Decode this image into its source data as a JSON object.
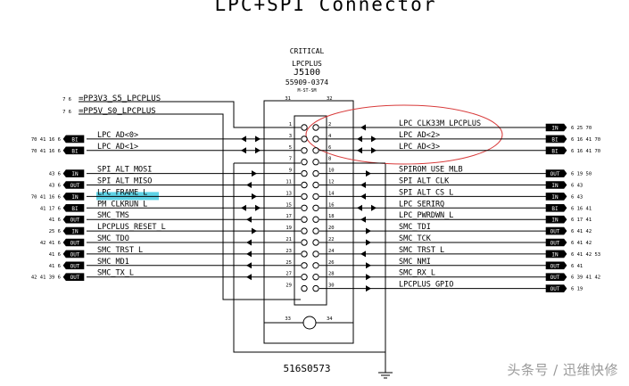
{
  "title": "LPC+SPI Connector",
  "component": {
    "critical": "CRITICAL",
    "name": "LPCPLUS",
    "refdes": "J5100",
    "part": "55909-0374",
    "package": "M-ST-SM",
    "bottom_label": "516S0573",
    "pin_top_left": "31",
    "pin_top_right": "32",
    "pin_bot_left": "33",
    "pin_bot_right": "34"
  },
  "power_nets": [
    {
      "refs": "7 6",
      "name": "=PP3V3_S5_LPCPLUS"
    },
    {
      "refs": "7 6",
      "name": "=PP5V_S0_LPCPLUS"
    }
  ],
  "left_signals": [
    {
      "pin": "3",
      "name": "LPC_AD<0>",
      "dir": "BI",
      "refs": "70 41 16 6"
    },
    {
      "pin": "5",
      "name": "LPC_AD<1>",
      "dir": "BI",
      "refs": "70 41 16 6"
    },
    {
      "pin": "9",
      "name": "SPI_ALT_MOSI",
      "dir": "IN",
      "refs": "43 6"
    },
    {
      "pin": "11",
      "name": "SPI_ALT_MISO",
      "dir": "OUT",
      "refs": "43 6"
    },
    {
      "pin": "13",
      "name": "LPC_FRAME_L",
      "dir": "IN",
      "refs": "70 41 16 6",
      "highlight": true
    },
    {
      "pin": "15",
      "name": "PM_CLKRUN_L",
      "dir": "BI",
      "refs": "41 17 6"
    },
    {
      "pin": "17",
      "name": "SMC_TMS",
      "dir": "OUT",
      "refs": "41 6"
    },
    {
      "pin": "19",
      "name": "LPCPLUS_RESET_L",
      "dir": "IN",
      "refs": "25 6"
    },
    {
      "pin": "21",
      "name": "SMC_TDO",
      "dir": "OUT",
      "refs": "42 41 6"
    },
    {
      "pin": "23",
      "name": "SMC_TRST_L",
      "dir": "OUT",
      "refs": "41 6"
    },
    {
      "pin": "25",
      "name": "SMC_MD1",
      "dir": "OUT",
      "refs": "41 6"
    },
    {
      "pin": "27",
      "name": "SMC_TX_L",
      "dir": "OUT",
      "refs": "42 41 39 6"
    }
  ],
  "right_signals": [
    {
      "pin": "2",
      "name": "LPC_CLK33M_LPCPLUS",
      "dir": "IN",
      "refs": "6 25 70"
    },
    {
      "pin": "4",
      "name": "LPC_AD<2>",
      "dir": "BI",
      "refs": "6 16 41 70"
    },
    {
      "pin": "6",
      "name": "LPC_AD<3>",
      "dir": "BI",
      "refs": "6 16 41 70"
    },
    {
      "pin": "10",
      "name": "SPIROM_USE_MLB",
      "dir": "OUT",
      "refs": "6 19 50"
    },
    {
      "pin": "12",
      "name": "SPI_ALT_CLK",
      "dir": "IN",
      "refs": "6 43"
    },
    {
      "pin": "14",
      "name": "SPI_ALT_CS_L",
      "dir": "IN",
      "refs": "6 43"
    },
    {
      "pin": "16",
      "name": "LPC_SERIRQ",
      "dir": "BI",
      "refs": "6 16 41"
    },
    {
      "pin": "18",
      "name": "LPC_PWRDWN_L",
      "dir": "IN",
      "refs": "6 17 41"
    },
    {
      "pin": "20",
      "name": "SMC_TDI",
      "dir": "OUT",
      "refs": "6 41 42"
    },
    {
      "pin": "22",
      "name": "SMC_TCK",
      "dir": "OUT",
      "refs": "6 41 42"
    },
    {
      "pin": "24",
      "name": "SMC_TRST_L",
      "dir": "IN",
      "refs": "6 41 42 53"
    },
    {
      "pin": "26",
      "name": "SMC_NMI",
      "dir": "OUT",
      "refs": "6 41"
    },
    {
      "pin": "28",
      "name": "SMC_RX_L",
      "dir": "OUT",
      "refs": "6 39 41 42"
    },
    {
      "pin": "30",
      "name": "LPCPLUS_GPIO",
      "dir": "OUT",
      "refs": "6 19"
    }
  ],
  "unlabeled_pins": [
    "1",
    "7",
    "8",
    "29"
  ],
  "watermark": "头条号 / 迅维快修",
  "colors": {
    "line": "#000000",
    "highlight": "#5fd3e6",
    "annotation": "#d83a3a"
  }
}
